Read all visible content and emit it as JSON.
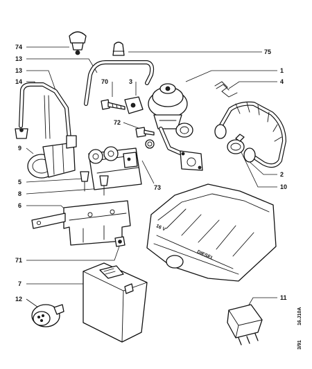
{
  "callouts": [
    {
      "id": "74",
      "text": "74"
    },
    {
      "id": "75",
      "text": "75"
    },
    {
      "id": "13a",
      "text": "13"
    },
    {
      "id": "13b",
      "text": "13"
    },
    {
      "id": "1",
      "text": "1"
    },
    {
      "id": "14",
      "text": "14"
    },
    {
      "id": "70",
      "text": "70"
    },
    {
      "id": "3",
      "text": "3"
    },
    {
      "id": "4",
      "text": "4"
    },
    {
      "id": "72",
      "text": "72"
    },
    {
      "id": "9",
      "text": "9"
    },
    {
      "id": "5",
      "text": "5"
    },
    {
      "id": "8",
      "text": "8"
    },
    {
      "id": "73",
      "text": "73"
    },
    {
      "id": "2",
      "text": "2"
    },
    {
      "id": "10",
      "text": "10"
    },
    {
      "id": "6",
      "text": "6"
    },
    {
      "id": "71",
      "text": "71"
    },
    {
      "id": "7",
      "text": "7"
    },
    {
      "id": "12",
      "text": "12"
    },
    {
      "id": "11",
      "text": "11"
    }
  ],
  "reference_code": "16.J10A",
  "date_code": "3/91",
  "manifold_text": {
    "left": "16 V",
    "right": "DIESEL"
  }
}
